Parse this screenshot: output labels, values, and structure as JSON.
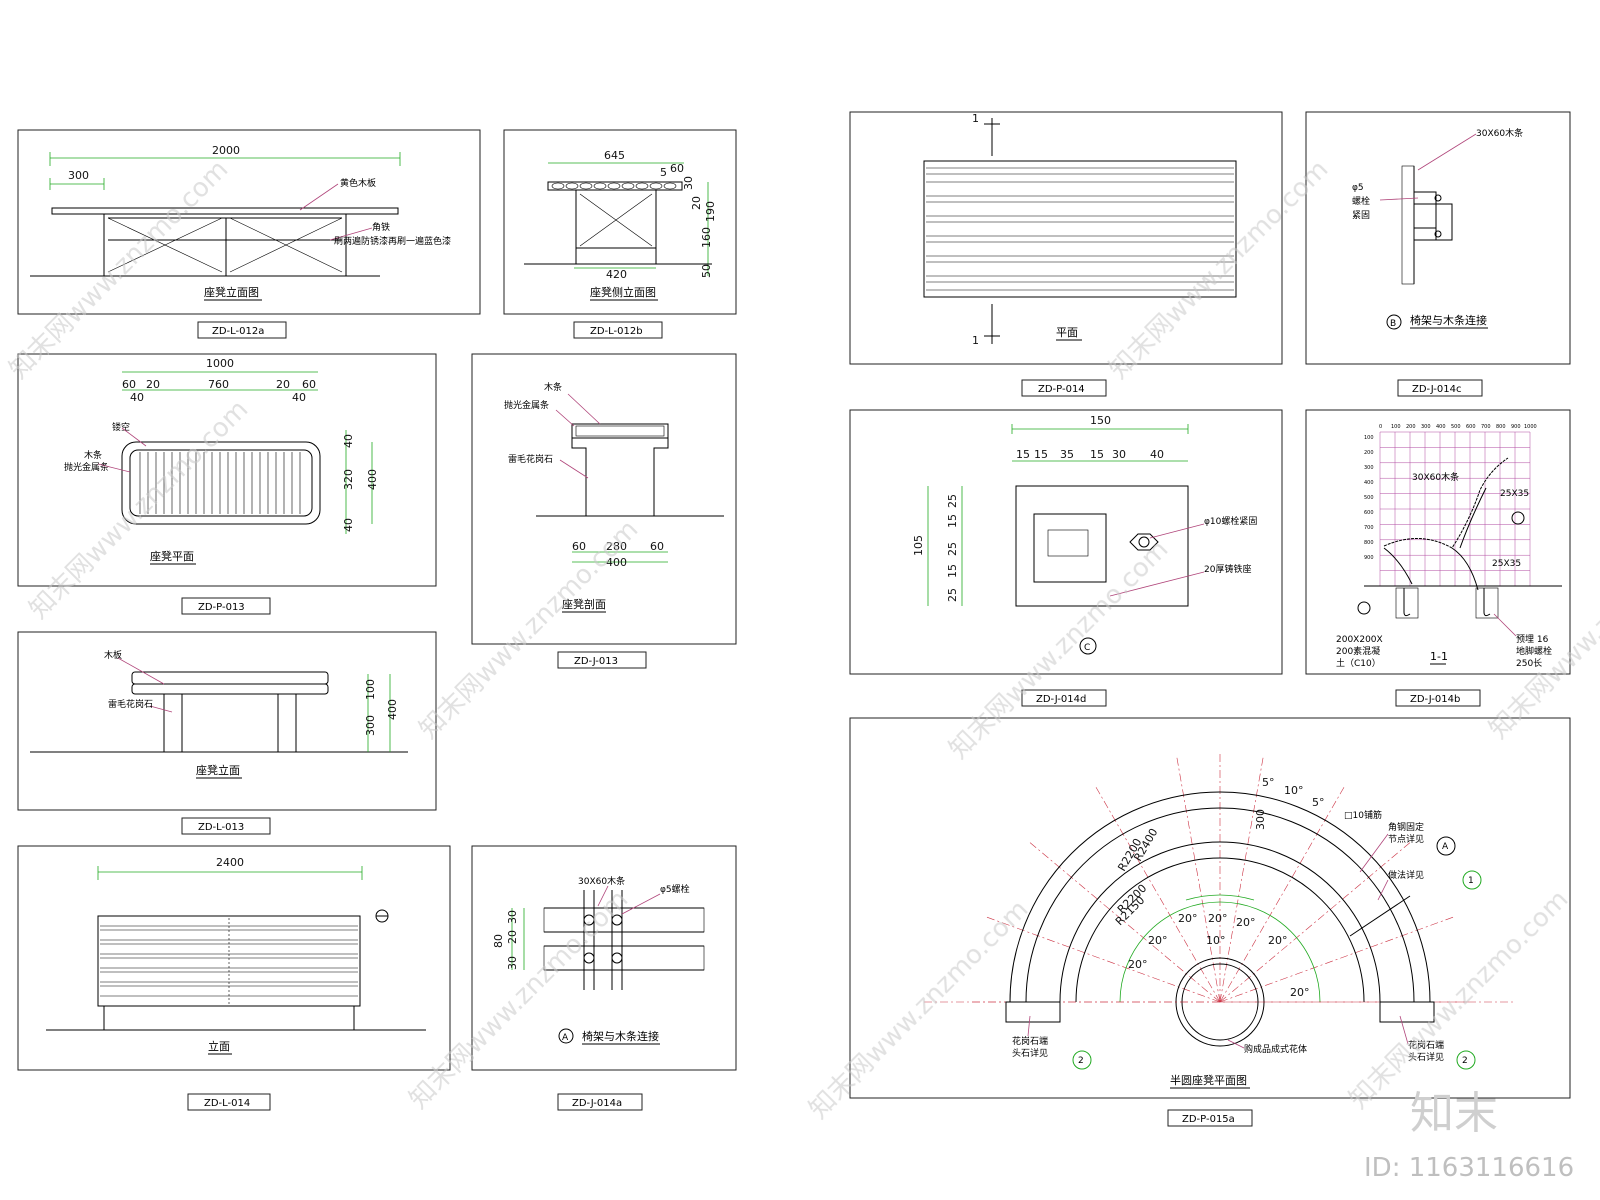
{
  "drawings": [
    {
      "code": "ZD-L-012a",
      "title": "座凳立面图",
      "dims": [
        "2000",
        "300"
      ],
      "labels": [
        "黄色木板",
        "角铁",
        "刷两遍防锈漆再刷一遍蓝色漆"
      ]
    },
    {
      "code": "ZD-L-012b",
      "title": "座凳侧立面图",
      "dims": [
        "645",
        "5",
        "60",
        "30",
        "20",
        "190",
        "160",
        "50",
        "420"
      ]
    },
    {
      "code": "ZD-P-013",
      "title": "座凳平面",
      "dims": [
        "1000",
        "60",
        "20",
        "760",
        "20",
        "60",
        "40",
        "40",
        "40",
        "320",
        "400",
        "40"
      ],
      "labels": [
        "镂空",
        "木条",
        "抛光金属条"
      ]
    },
    {
      "code": "ZD-J-013",
      "title": "座凳剖面",
      "dims": [
        "60",
        "280",
        "60",
        "400"
      ],
      "labels": [
        "木条",
        "抛光金属条",
        "雷毛花岗石"
      ]
    },
    {
      "code": "ZD-L-013",
      "title": "座凳立面",
      "dims": [
        "100",
        "300",
        "400"
      ],
      "labels": [
        "木板",
        "雷毛花岗石"
      ]
    },
    {
      "code": "ZD-L-014",
      "title": "立面",
      "dims": [
        "2400"
      ]
    },
    {
      "code": "ZD-J-014a",
      "title": "椅架与木条连接",
      "marker": "A",
      "dims": [
        "30",
        "20",
        "80",
        "30"
      ],
      "labels": [
        "30X60木条",
        "φ5螺栓"
      ]
    },
    {
      "code": "ZD-P-014",
      "title": "平面",
      "section_marks": [
        "1",
        "1"
      ]
    },
    {
      "code": "ZD-J-014c",
      "title": "椅架与木条连接",
      "marker": "B",
      "labels": [
        "30X60木条",
        "φ5",
        "螺栓",
        "紧固"
      ]
    },
    {
      "code": "ZD-J-014d",
      "marker": "C",
      "dims": [
        "150",
        "15",
        "15",
        "35",
        "15",
        "30",
        "40",
        "105",
        "25",
        "15",
        "25",
        "15",
        "25"
      ],
      "labels": [
        "φ10螺栓紧固",
        "20厚铸铁座"
      ]
    },
    {
      "code": "ZD-J-014b",
      "title": "1-1",
      "axis_ticks": [
        "0",
        "100",
        "200",
        "300",
        "400",
        "500",
        "600",
        "700",
        "800",
        "900",
        "1000"
      ],
      "y_ticks": [
        "100",
        "200",
        "300",
        "400",
        "500",
        "600",
        "700",
        "800",
        "900"
      ],
      "labels": [
        "30X60木条",
        "25X35",
        "25X35",
        "200X200X",
        "200素混凝",
        "土（C10）",
        "预埋 16",
        "地脚螺栓",
        "250长"
      ]
    },
    {
      "code": "ZD-P-015a",
      "title": "半圆座凳平面图",
      "angles": [
        "5°",
        "10°",
        "5°",
        "20°",
        "20°",
        "20°",
        "20°",
        "20°",
        "20°",
        "20°",
        "10°"
      ],
      "dims": [
        "300",
        "R2400",
        "R2200",
        "R2200",
        "R2150"
      ],
      "labels": [
        "□10铺筋",
        "角钢固定",
        "节点详见",
        "做法详见",
        "花岗石端",
        "头石详见",
        "花岗石端",
        "头石详见",
        "购成品成式花体"
      ],
      "markers": [
        "A",
        "1",
        "2",
        "2"
      ]
    }
  ],
  "watermark": "知末网www.znzmo.com",
  "logo": "知末",
  "id_text": "ID: 1163116616"
}
